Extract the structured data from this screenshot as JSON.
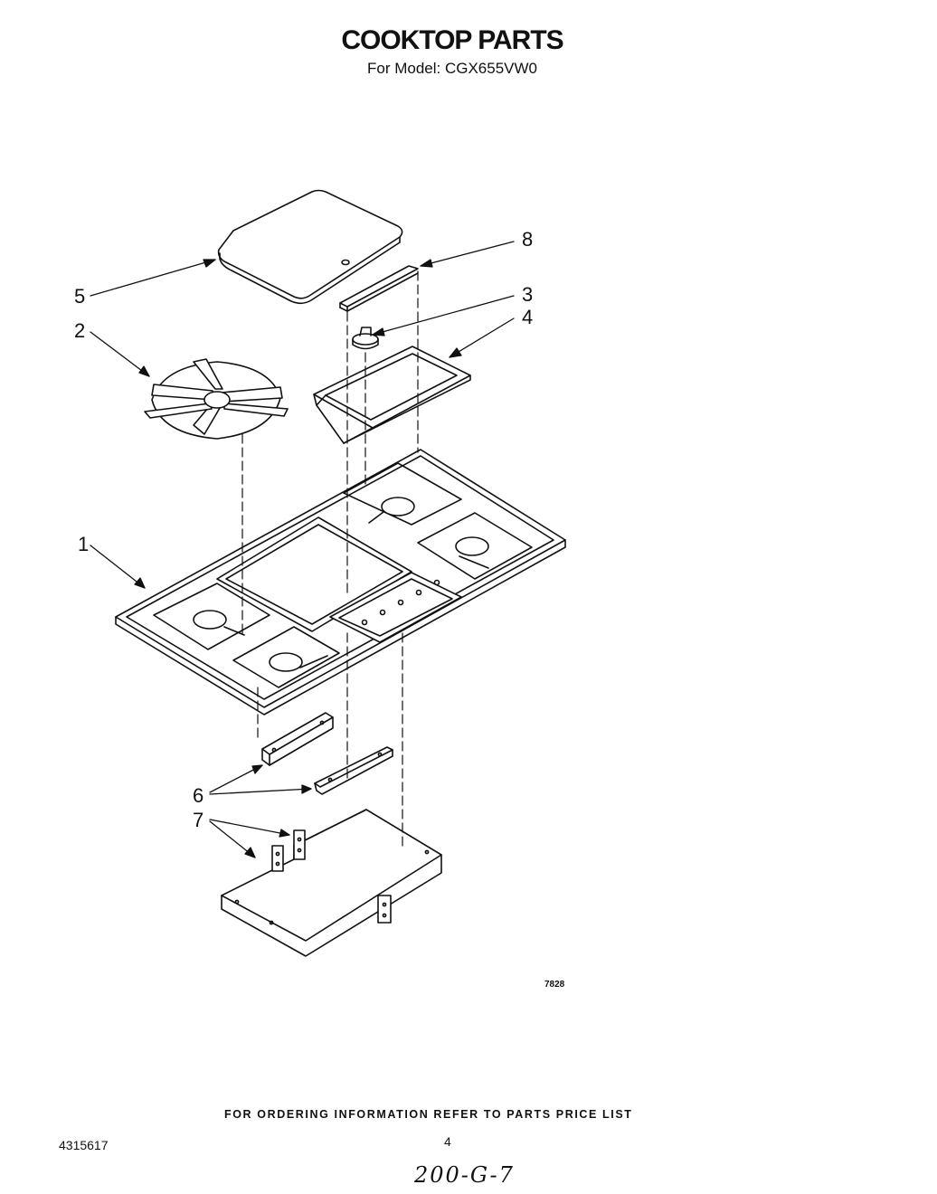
{
  "header": {
    "title": "COOKTOP PARTS",
    "subtitle": "For Model: CGX655VW0"
  },
  "callouts": [
    {
      "id": "1",
      "label": "1"
    },
    {
      "id": "2",
      "label": "2"
    },
    {
      "id": "3",
      "label": "3"
    },
    {
      "id": "4",
      "label": "4"
    },
    {
      "id": "5",
      "label": "5"
    },
    {
      "id": "6",
      "label": "6"
    },
    {
      "id": "7",
      "label": "7"
    },
    {
      "id": "8",
      "label": "8"
    }
  ],
  "figure_code": "7828",
  "footer": {
    "ordering_note": "FOR ORDERING INFORMATION REFER TO PARTS PRICE LIST",
    "doc_number": "4315617",
    "page_number": "4",
    "handwritten_note": "200-G-7"
  }
}
